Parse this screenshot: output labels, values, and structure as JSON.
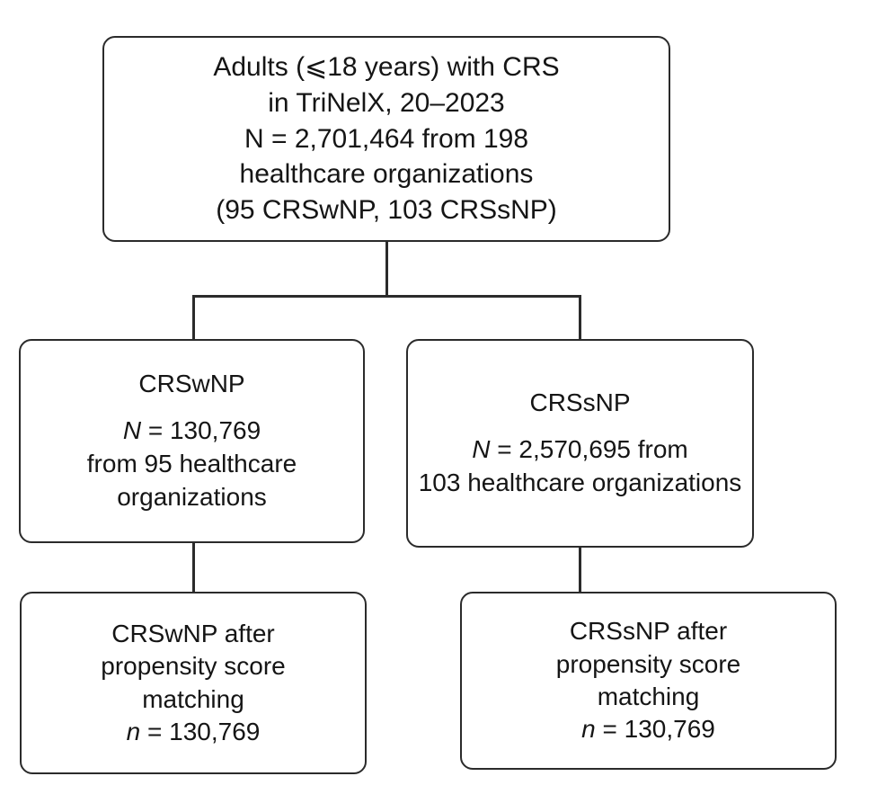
{
  "figure": {
    "type": "flowchart",
    "title": "Study population flow diagram",
    "orientation": "top-down",
    "colors": {
      "box_border": "#2b2b2b",
      "box_fill": "#ffffff",
      "connector": "#2b2b2b",
      "text": "#151515"
    }
  },
  "nodes": {
    "top": {
      "id": "source-cohort",
      "lines": [
        "Adults (⩽18 years) with CRS",
        "in TriNelX, 20–2023",
        "N = 2,701,464 from 198",
        "healthcare organizations",
        "(95 CRSwNP, 103 CRSsNP)"
      ]
    },
    "crswnp": {
      "id": "crswnp-cohort",
      "heading": "CRSwNP",
      "stat_prefix": "N",
      "stat_value": " = 130,769",
      "lines": [
        "from 95 healthcare",
        "organizations"
      ]
    },
    "crssnp": {
      "id": "crssnp-cohort",
      "heading": "CRSsNP",
      "stat_prefix": "N",
      "stat_value": " = 2,570,695 from",
      "lines": [
        "103 healthcare organizations"
      ]
    },
    "crswnp_psm": {
      "id": "crswnp-after-matching",
      "lines": [
        "CRSwNP after",
        "propensity score",
        "matching"
      ],
      "stat_prefix": "n",
      "stat_value": " = 130,769"
    },
    "crssnp_psm": {
      "id": "crssnp-after-matching",
      "lines": [
        "CRSsNP after",
        "propensity score",
        "matching"
      ],
      "stat_prefix": "n",
      "stat_value": " = 130,769"
    }
  },
  "connectors": [
    {
      "name": "top-to-split",
      "from": "source-cohort",
      "to": "branch-bar"
    },
    {
      "name": "split-to-crswnp",
      "from": "branch-bar",
      "to": "crswnp-cohort"
    },
    {
      "name": "split-to-crssnp",
      "from": "branch-bar",
      "to": "crssnp-cohort"
    },
    {
      "name": "crswnp-to-matching",
      "from": "crswnp-cohort",
      "to": "crswnp-after-matching"
    },
    {
      "name": "crssnp-to-matching",
      "from": "crssnp-cohort",
      "to": "crssnp-after-matching"
    }
  ]
}
